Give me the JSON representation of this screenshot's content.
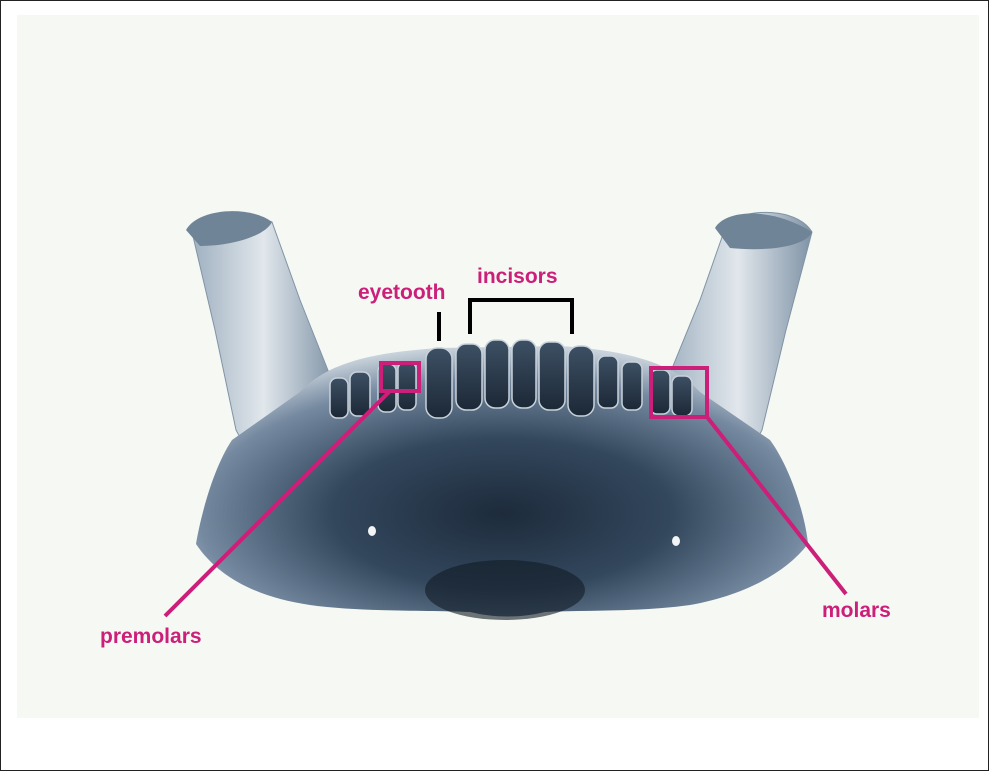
{
  "colors": {
    "annotation": "#cc1f7a",
    "bracket": "#000000",
    "bone_light": "#d4dce2",
    "bone_mid": "#7e92a4",
    "bone_dark": "#243446",
    "background": "#f5f8f3"
  },
  "labels": {
    "eyetooth": "eyetooth",
    "incisors": "incisors",
    "premolars": "premolars",
    "molars": "molars"
  }
}
